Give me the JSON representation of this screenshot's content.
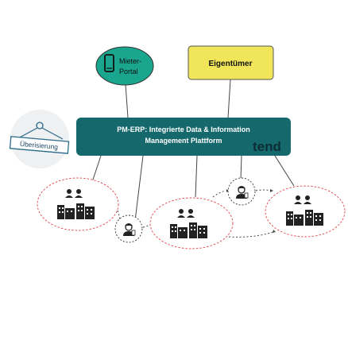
{
  "tenant_portal": {
    "label_line1": "Mieter-",
    "label_line2": "Portal",
    "icon": "smartphone-icon",
    "color": "#19a58e"
  },
  "owner": {
    "label": "Eigentümer",
    "color": "#f1e65a"
  },
  "platform": {
    "title_line1": "PM-ERP: Integrierte Data & Information",
    "title_line2": "Management Plattform",
    "brand": "tend",
    "color": "#15686c"
  },
  "sign": {
    "label": "Überisierung",
    "icon": "hanging-sign-icon"
  },
  "clusters": [
    {
      "id": "left",
      "icons": [
        "people-icon",
        "buildings-icon"
      ]
    },
    {
      "id": "center",
      "icons": [
        "people-icon",
        "buildings-icon"
      ]
    },
    {
      "id": "right",
      "icons": [
        "people-icon",
        "buildings-icon"
      ]
    }
  ],
  "workers": [
    {
      "id": "worker-a",
      "icon": "worker-icon"
    },
    {
      "id": "worker-b",
      "icon": "worker-icon"
    }
  ],
  "colors": {
    "cluster_border": "#e0434b",
    "line": "#333333",
    "dots": "#333333"
  }
}
